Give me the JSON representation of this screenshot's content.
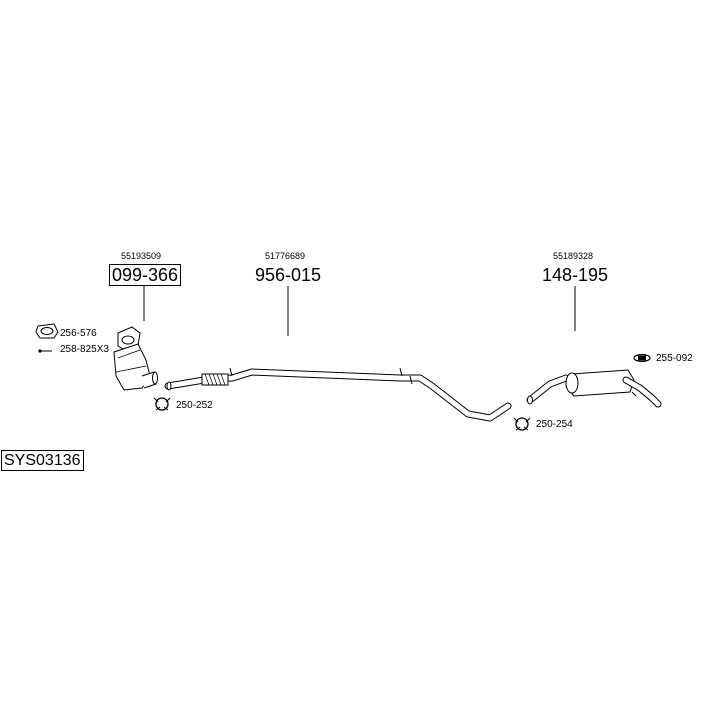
{
  "diagram": {
    "system_code": "SYS03136",
    "parts": [
      {
        "oe": "55193509",
        "part_no": "099-366"
      },
      {
        "oe": "51776689",
        "part_no": "956-015"
      },
      {
        "oe": "55189328",
        "part_no": "148-195"
      }
    ],
    "fittings": [
      {
        "code": "256-576"
      },
      {
        "code": "258-825X3"
      },
      {
        "code": "250-252"
      },
      {
        "code": "255-092"
      },
      {
        "code": "250-254"
      }
    ]
  }
}
